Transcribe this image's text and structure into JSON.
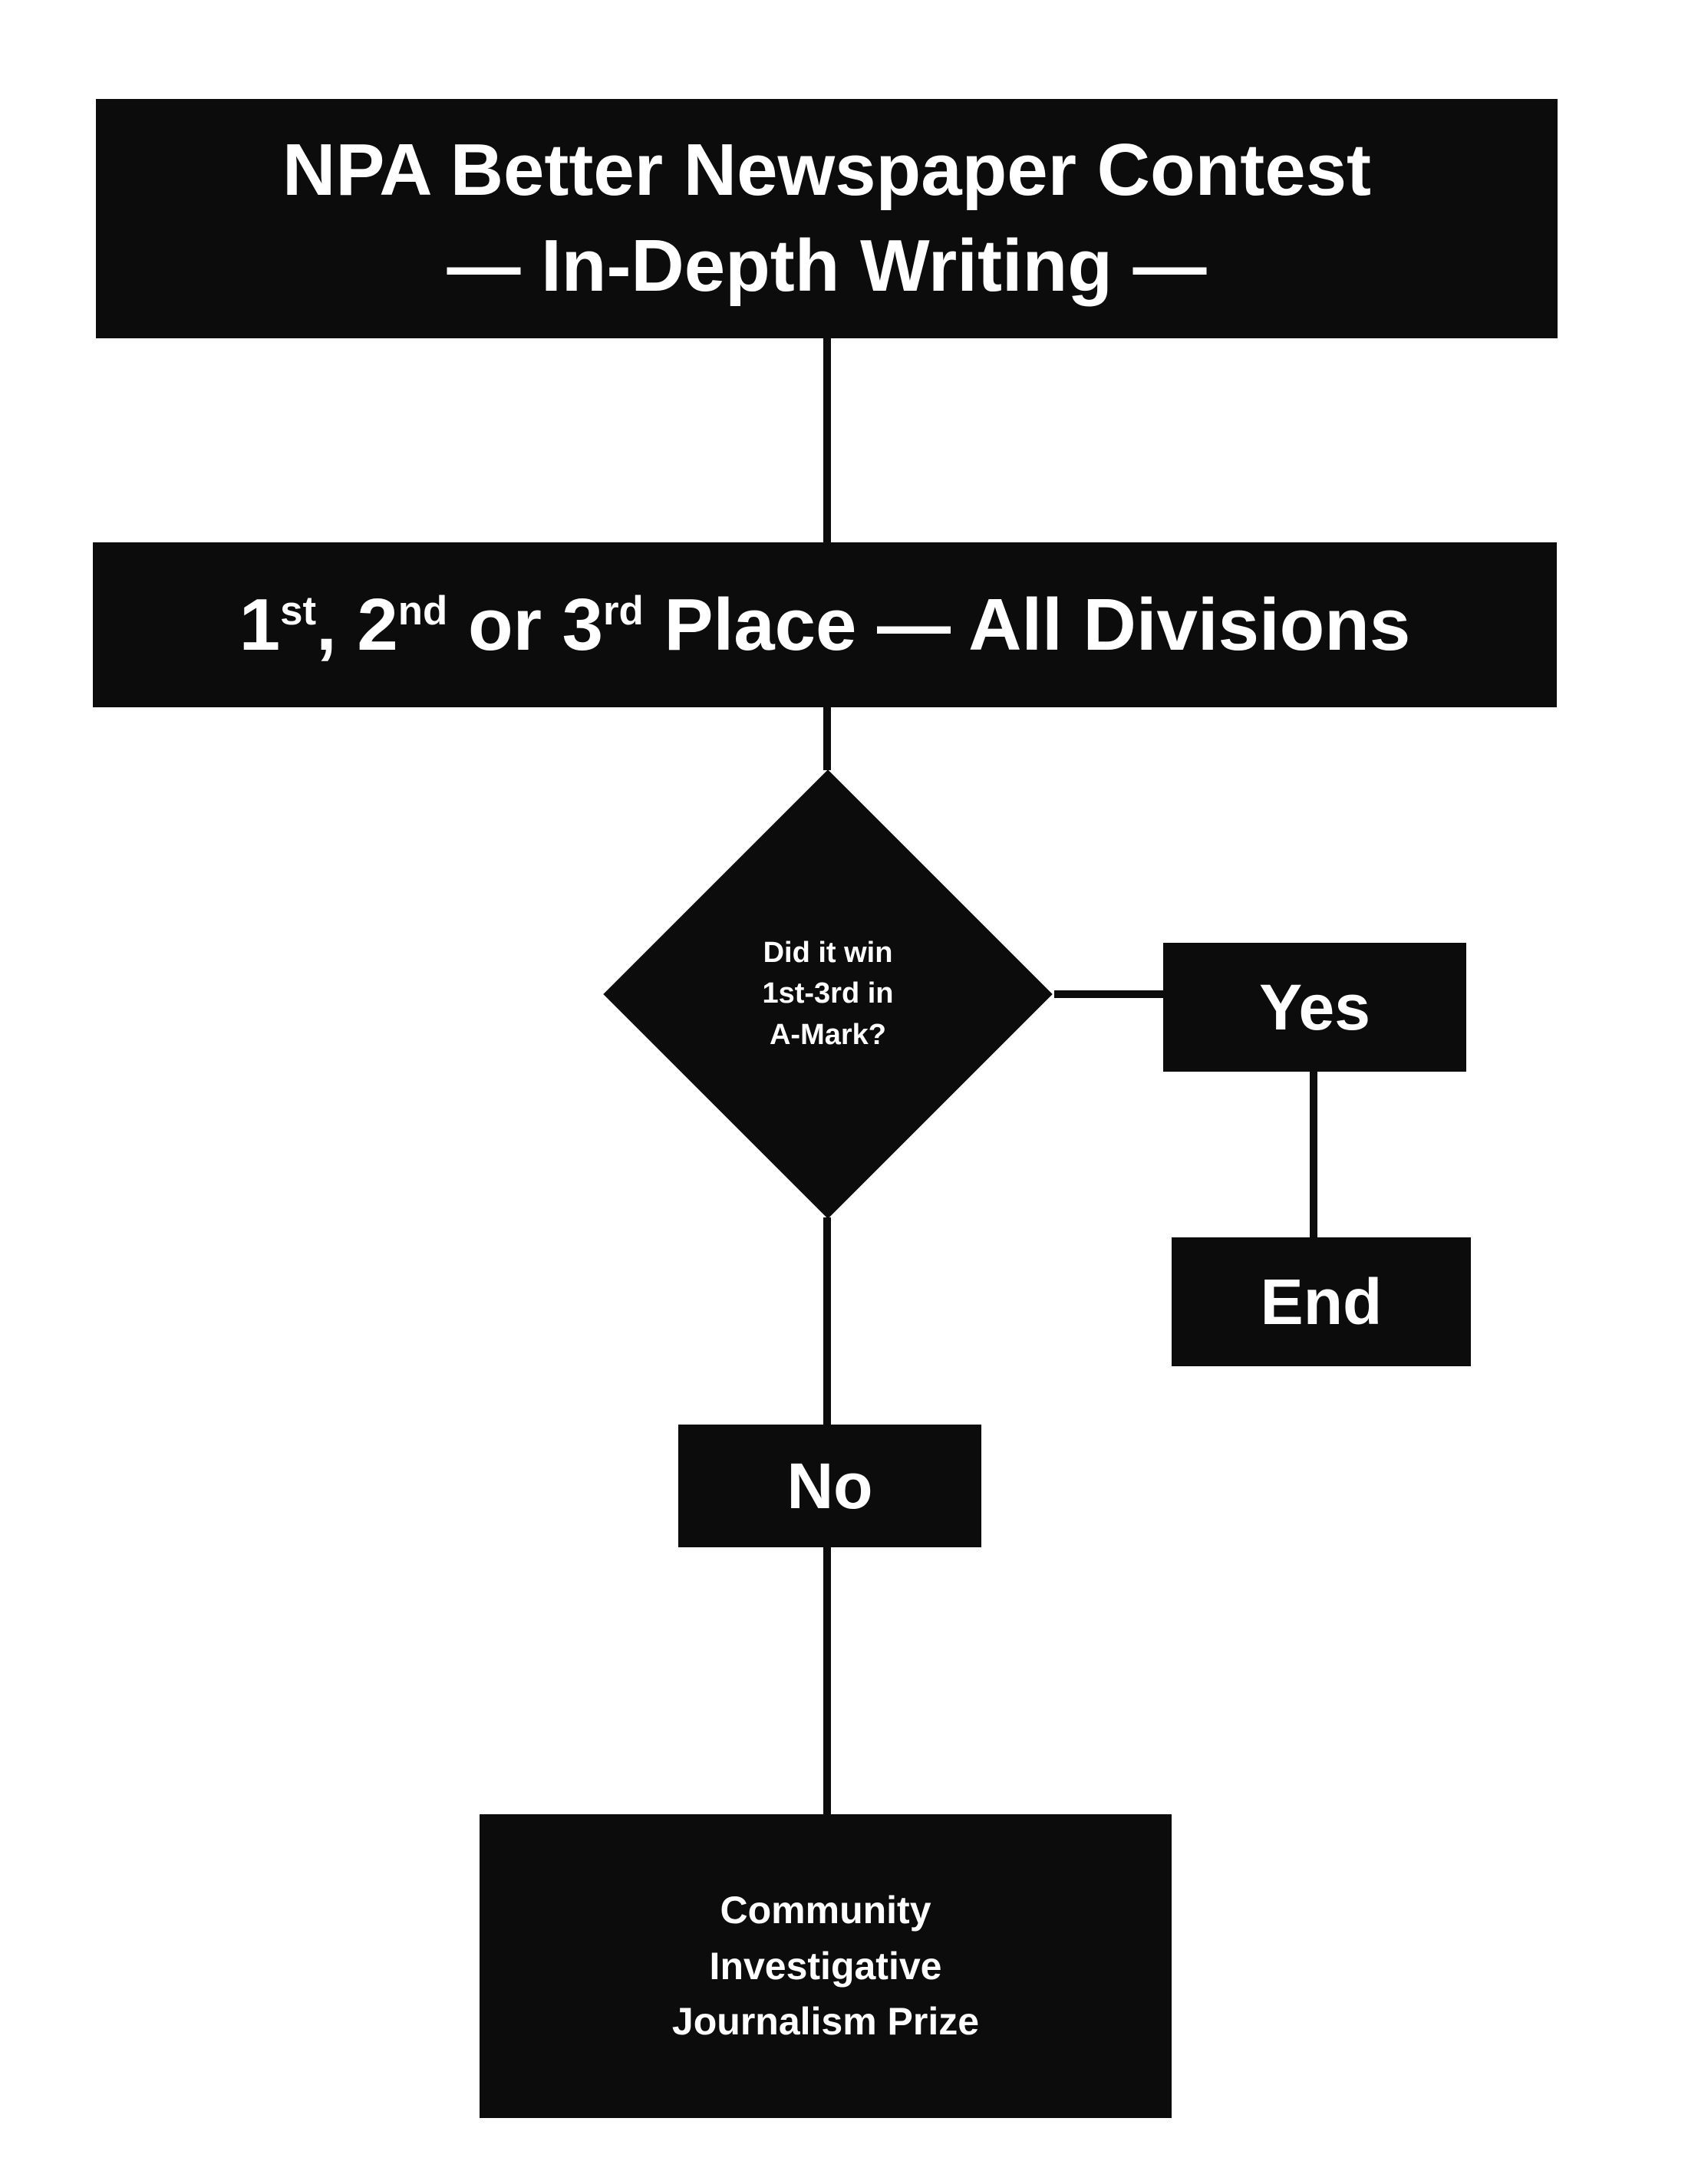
{
  "colors": {
    "node_background": "#0c0c0c",
    "node_text": "#ffffff",
    "page_background": "#ffffff",
    "connector": "#0c0c0c"
  },
  "flowchart": {
    "title": {
      "line1": "NPA Better Newspaper Contest",
      "line2": "— In-Depth Writing —"
    },
    "place": {
      "seg1": "1",
      "sup1": "st",
      "seg2": ", 2",
      "sup2": "nd",
      "seg3": " or 3",
      "sup3": "rd",
      "seg4": " Place — All Divisions"
    },
    "decision": {
      "line1": "Did it win",
      "line2": "1st-3rd in",
      "line3": "A-Mark?"
    },
    "yes": {
      "label": "Yes"
    },
    "end": {
      "label": "End"
    },
    "no": {
      "label": "No"
    },
    "prize": {
      "line1": "Community",
      "line2": "Investigative",
      "line3": "Journalism Prize"
    }
  }
}
